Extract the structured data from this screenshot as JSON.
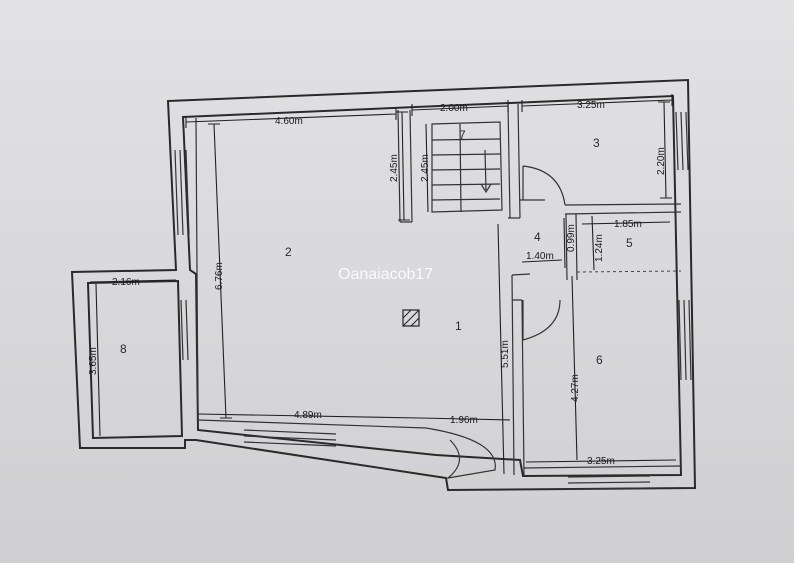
{
  "rooms": [
    "1",
    "2",
    "3",
    "4",
    "5",
    "6",
    "7",
    "8"
  ],
  "dimensions": {
    "d460": "4.60m",
    "d200": "2.00m",
    "d325_top": "3.25m",
    "d220": "2.20m",
    "d245_a": "2.45m",
    "d245_b": "2.45m",
    "d676": "6.76m",
    "d216": "2.16m",
    "d365": "3.65m",
    "d185": "1.85m",
    "d124": "1.24m",
    "d099": "0.99m",
    "d140": "1.40m",
    "d551": "5.51m",
    "d427": "4.27m",
    "d489": "4.89m",
    "d196": "1.96m",
    "d325_bottom": "3.25m"
  },
  "watermark": "Oanaiacob17"
}
